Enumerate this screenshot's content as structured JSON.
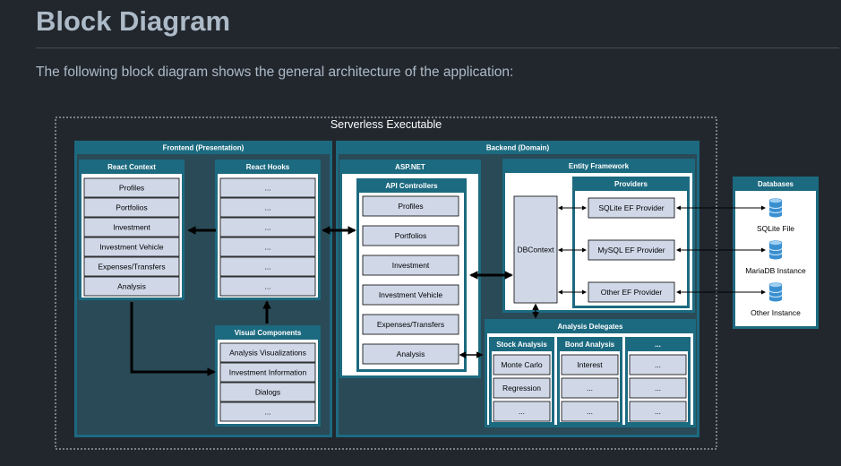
{
  "page": {
    "title": "Block Diagram",
    "intro": "The following block diagram shows the general architecture of the application:"
  },
  "colors": {
    "page_bg": "#22272e",
    "text": "#adbac7",
    "frame_white": "#ffffff",
    "header_teal": "#1c6a80",
    "cell_fill": "#d0d8e8",
    "cell_border": "#000000"
  },
  "diagram": {
    "outer_title": "Serverless Executable",
    "frontend": {
      "title": "Frontend (Presentation)",
      "react_context": {
        "title": "React Context",
        "items": [
          "Profiles",
          "Portfolios",
          "Investment",
          "Investment Vehicle",
          "Expenses/Transfers",
          "Analysis"
        ]
      },
      "react_hooks": {
        "title": "React Hooks",
        "items": [
          "...",
          "...",
          "...",
          "...",
          "...",
          "..."
        ]
      },
      "visual_components": {
        "title": "Visual Components",
        "items": [
          "Analysis Visualizations",
          "Investment Information",
          "Dialogs",
          "..."
        ]
      }
    },
    "backend": {
      "title": "Backend (Domain)",
      "aspnet": {
        "title": "ASP.NET",
        "api_controllers": {
          "title": "API Controllers",
          "items": [
            "Profiles",
            "Portfolios",
            "Investment",
            "Investment Vehicle",
            "Expenses/Transfers",
            "Analysis"
          ]
        }
      },
      "entity_framework": {
        "title": "Entity Framework",
        "dbcontext": "DBContext",
        "providers": {
          "title": "Providers",
          "items": [
            "SQLite EF Provider",
            "MySQL EF Provider",
            "Other EF Provider"
          ]
        }
      },
      "analysis_delegates": {
        "title": "Analysis Delegates",
        "groups": [
          {
            "title": "Stock Analysis",
            "items": [
              "Monte Carlo",
              "Regression",
              "..."
            ]
          },
          {
            "title": "Bond Analysis",
            "items": [
              "Interest",
              "...",
              "..."
            ]
          },
          {
            "title": "...",
            "items": [
              "...",
              "...",
              "..."
            ]
          }
        ]
      }
    },
    "databases": {
      "title": "Databases",
      "items": [
        "SQLite File",
        "MariaDB Instance",
        "Other Instance"
      ]
    }
  }
}
